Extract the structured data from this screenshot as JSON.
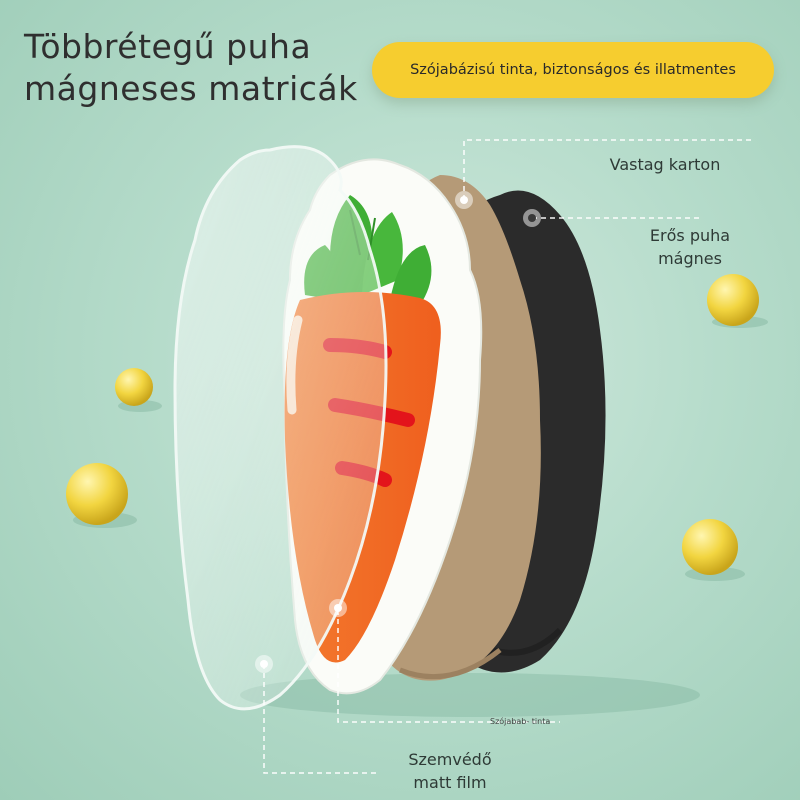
{
  "title": {
    "line1": "Többrétegű puha",
    "line2": "mágneses matricák"
  },
  "banner": {
    "text": "Szójabázisú tinta, biztonságos és illatmentes"
  },
  "callouts": {
    "cardboard": "Vastag karton",
    "magnet_line1": "Erős puha",
    "magnet_line2": "mágnes",
    "ink": "Szójabab- tinta",
    "film_line1": "Szemvédő",
    "film_line2": "matt film"
  },
  "colors": {
    "banner": "#f6cd2f",
    "carrot": "#f26a25",
    "leaves": "#3fae35",
    "cardboard": "#b59a77",
    "magnet": "#2b2b2b"
  },
  "icons": [
    "carrot-sticker-illustration"
  ]
}
